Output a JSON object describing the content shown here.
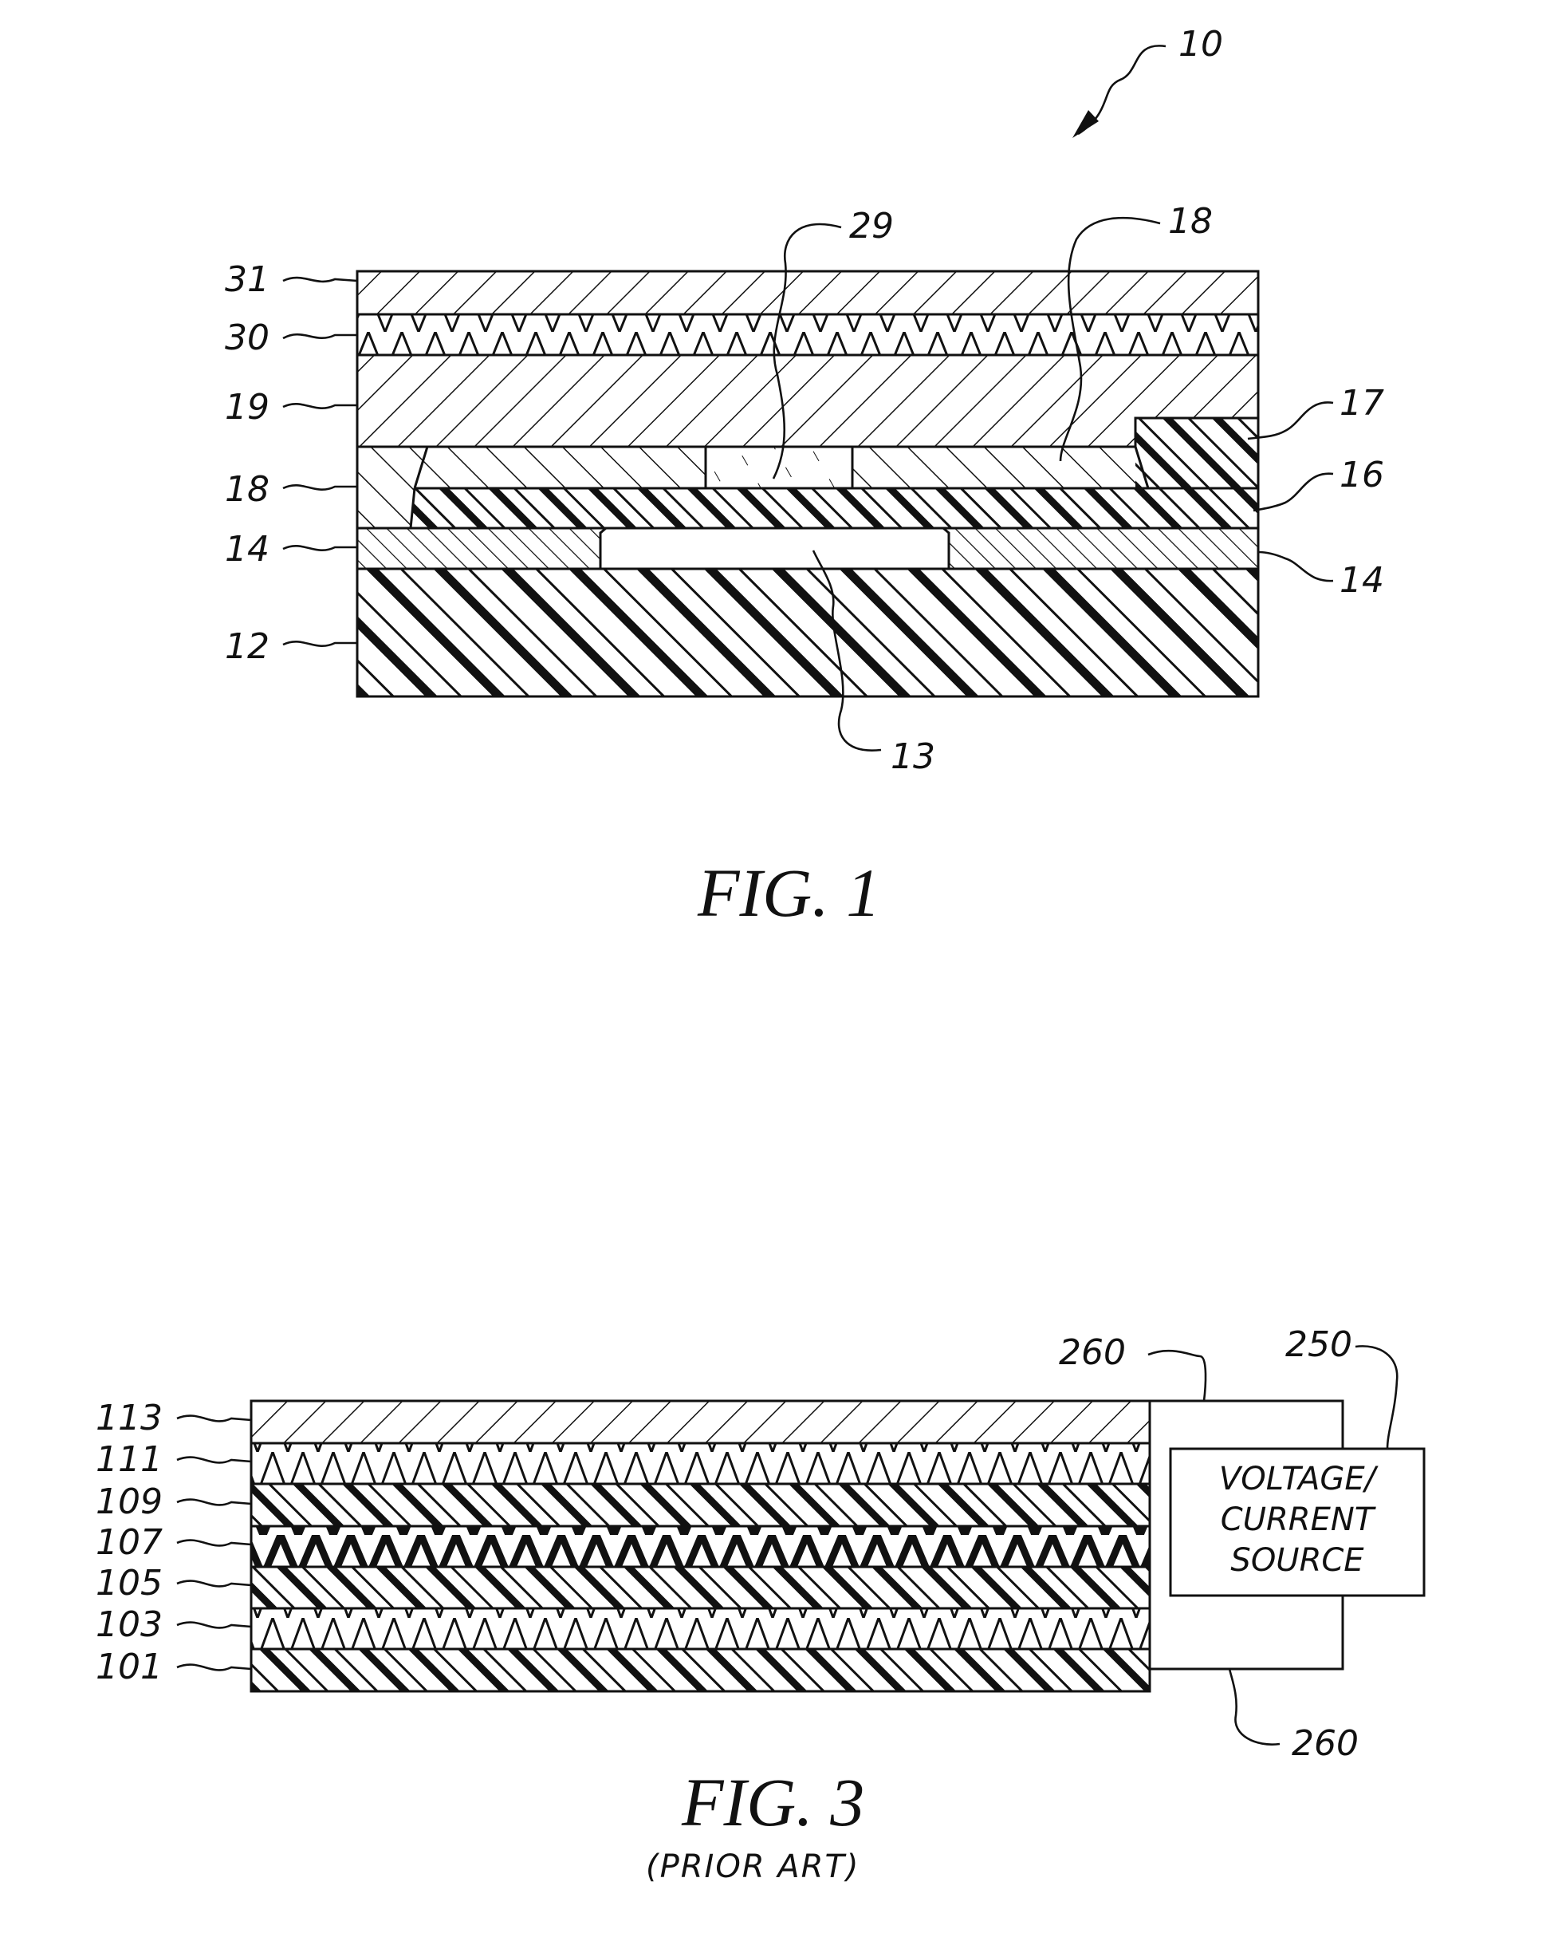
{
  "figure1": {
    "caption": "FIG. 1",
    "assembly_label": "10",
    "labels": {
      "l31": "31",
      "l30": "30",
      "l19": "19",
      "l18_left": "18",
      "l14_left": "14",
      "l12": "12",
      "l29": "29",
      "l18_top": "18",
      "l17": "17",
      "l16": "16",
      "l14_right": "14",
      "l13": "13"
    }
  },
  "figure3": {
    "caption": "FIG. 3",
    "subcaption": "(PRIOR ART)",
    "labels": {
      "l113": "113",
      "l111": "111",
      "l109": "109",
      "l107": "107",
      "l105": "105",
      "l103": "103",
      "l101": "101",
      "l260_top": "260",
      "l250": "250",
      "l260_bottom": "260"
    },
    "source_box": {
      "line1": "VOLTAGE/",
      "line2": "CURRENT",
      "line3": "SOURCE"
    }
  }
}
